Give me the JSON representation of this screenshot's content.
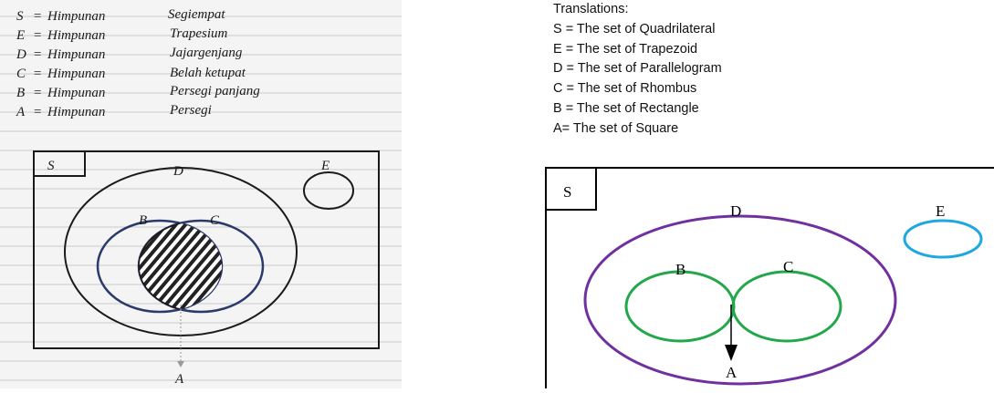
{
  "handwritten_notes": {
    "lines": [
      {
        "letter": "S",
        "word": "Himpunan",
        "shape": "Segiempat"
      },
      {
        "letter": "E",
        "word": "Himpunan",
        "shape": "Trapesium"
      },
      {
        "letter": "D",
        "word": "Himpunan",
        "shape": "Jajargenjang"
      },
      {
        "letter": "C",
        "word": "Himpunan",
        "shape": "Belah ketupat"
      },
      {
        "letter": "B",
        "word": "Himpunan",
        "shape": "Persegi panjang"
      },
      {
        "letter": "A",
        "word": "Himpunan",
        "shape": "Persegi"
      }
    ],
    "diagram_labels": {
      "s": "S",
      "d": "D",
      "e": "E",
      "b": "B",
      "c": "C",
      "a": "A"
    }
  },
  "translations": {
    "title": "Translations:",
    "items": [
      "S = The set of Quadrilateral",
      "E = The set of Trapezoid",
      "D = The set of Parallelogram",
      "C = The set of Rhombus",
      "B = The set of Rectangle",
      "A= The set of Square"
    ]
  },
  "diagram": {
    "labels": {
      "s": "S",
      "d": "D",
      "e": "E",
      "b": "B",
      "c": "C",
      "a": "A"
    },
    "colors": {
      "d": "#7030A0",
      "e": "#1EA7E0",
      "bc": "#22A84A",
      "a": "#B8860B",
      "frame": "#000000"
    }
  }
}
